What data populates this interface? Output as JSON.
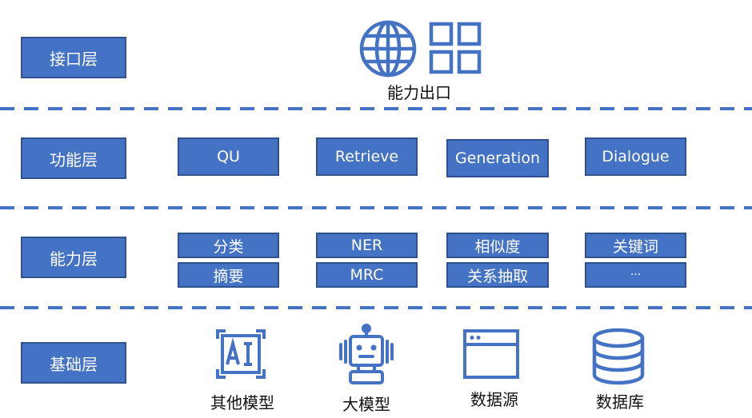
{
  "colors": {
    "box_fill": "#4472C4",
    "box_border": "#2F528F",
    "icon": "#4472C4"
  },
  "layers": {
    "interface": "接口层",
    "function": "功能层",
    "capability": "能力层",
    "base": "基础层"
  },
  "interface_caption": "能力出口",
  "function_items": [
    "QU",
    "Retrieve",
    "Generation",
    "Dialogue"
  ],
  "capability_items": [
    "分类",
    "摘要",
    "NER",
    "MRC",
    "相似度",
    "关系抽取",
    "关键词",
    "···"
  ],
  "base_items": {
    "other_models": "其他模型",
    "large_model": "大模型",
    "data_source": "数据源",
    "database": "数据库"
  },
  "icons": [
    "globe-icon",
    "grid-icon",
    "ai-chip-icon",
    "robot-icon",
    "browser-window-icon",
    "database-icon"
  ]
}
